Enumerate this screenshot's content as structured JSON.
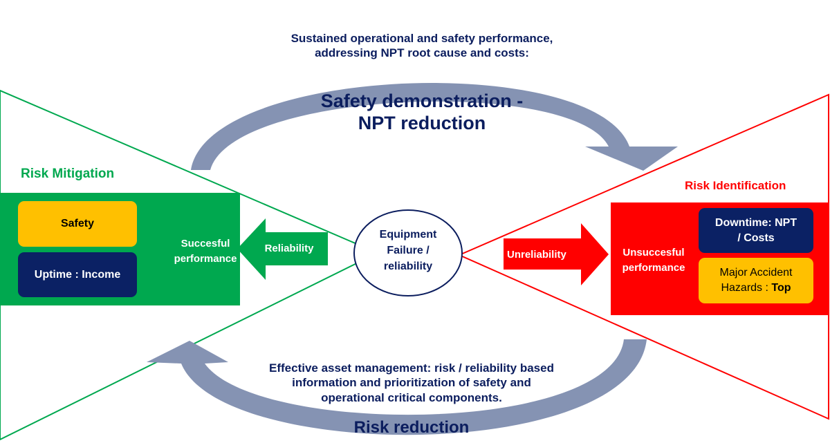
{
  "top_caption": [
    "Sustained operational and safety performance,",
    "addressing NPT root cause and costs:"
  ],
  "top_title": [
    "Safety demonstration -",
    "NPT reduction"
  ],
  "left": {
    "heading": "Risk Mitigation",
    "box_safety": "Safety",
    "box_uptime": "Uptime : Income",
    "performance": [
      "Succesful",
      "performance"
    ],
    "arrow_label": "Reliability"
  },
  "center": [
    "Equipment",
    "Failure /",
    "reliability"
  ],
  "right": {
    "heading": "Risk Identification",
    "arrow_label": "Unreliability",
    "performance": [
      "Unsuccesful",
      "performance"
    ],
    "box_downtime": [
      "Downtime: NPT",
      "/ Costs"
    ],
    "box_hazards_line1": "Major Accident",
    "box_hazards_line2_a": "Hazards : ",
    "box_hazards_line2_b": "Top"
  },
  "bottom_caption": [
    "Effective asset management:  risk / reliability based",
    "information and prioritization of safety and",
    "operational critical components."
  ],
  "bottom_title": "Risk reduction",
  "colors": {
    "green": "#00a84f",
    "red": "#ff0000",
    "navy": "#0b1d5e",
    "yellow": "#ffc000",
    "arrow_gray": "#8593b3"
  }
}
